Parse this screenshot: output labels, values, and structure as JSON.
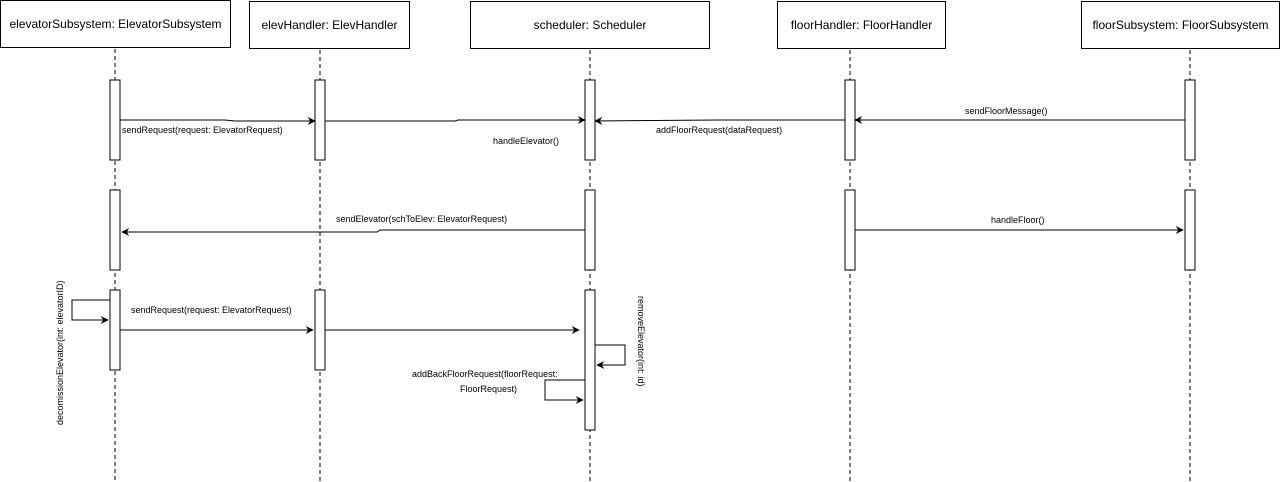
{
  "lifelines": [
    {
      "key": "elevatorSubsystem",
      "label": "elevatorSubsystem: ElevatorSubsystem"
    },
    {
      "key": "elevHandler",
      "label": "elevHandler: ElevHandler"
    },
    {
      "key": "scheduler",
      "label": "scheduler: Scheduler"
    },
    {
      "key": "floorHandler",
      "label": "floorHandler: FloorHandler"
    },
    {
      "key": "floorSubsystem",
      "label": "floorSubsystem: FloorSubsystem"
    }
  ],
  "messages": {
    "send_request_1": "sendRequest(request: ElevatorRequest)",
    "handle_elevator": "handleElevator()",
    "add_floor_request": "addFloorRequest(dataRequest)",
    "send_floor_message": "sendFloorMessage()",
    "send_elevator": "sendElevator(schToElev: ElevatorRequest)",
    "handle_floor": "handleFloor()",
    "decommission_elevator": "decomissionElevator(int: elevatorID)",
    "send_request_2": "sendRequest(request: ElevatorRequest)",
    "remove_elevator": "removeElevator(int: id)",
    "add_back_floor_request_1": "addBackFloorRequest(floorRequest:",
    "add_back_floor_request_2": "FloorRequest)"
  }
}
